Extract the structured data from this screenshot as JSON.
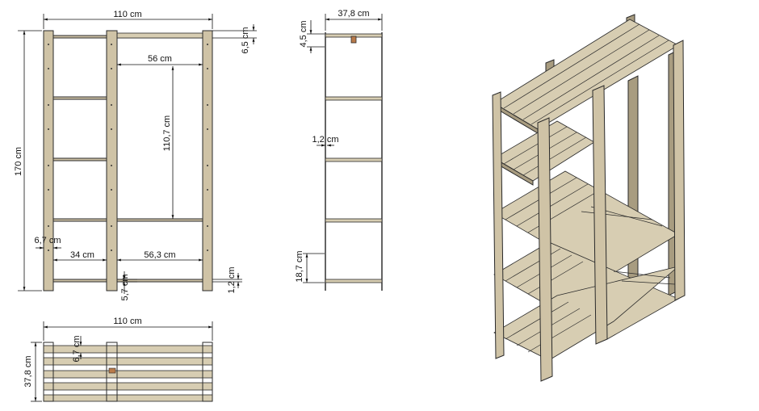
{
  "front_view": {
    "width": "110 cm",
    "height": "170 cm",
    "gap_top": "6,5 cm",
    "inner_width": "56 cm",
    "inner_height": "110,7 cm",
    "post_width": "6,7 cm",
    "left_bay": "34 cm",
    "right_bay": "56,3 cm",
    "bottom_slat": "5,7 cm",
    "slat_thickness": "1,2 cm"
  },
  "side_view": {
    "depth": "37,8 cm",
    "top_offset": "4,5 cm",
    "board_thickness": "1,2 cm",
    "bottom_height": "18,7 cm"
  },
  "top_view": {
    "width": "110 cm",
    "depth": "37,8 cm",
    "slat_width": "6,7 cm"
  },
  "colors": {
    "wood": "#cfc3a6",
    "wood_dark": "#a89c80",
    "outline": "#2a2a2a"
  }
}
